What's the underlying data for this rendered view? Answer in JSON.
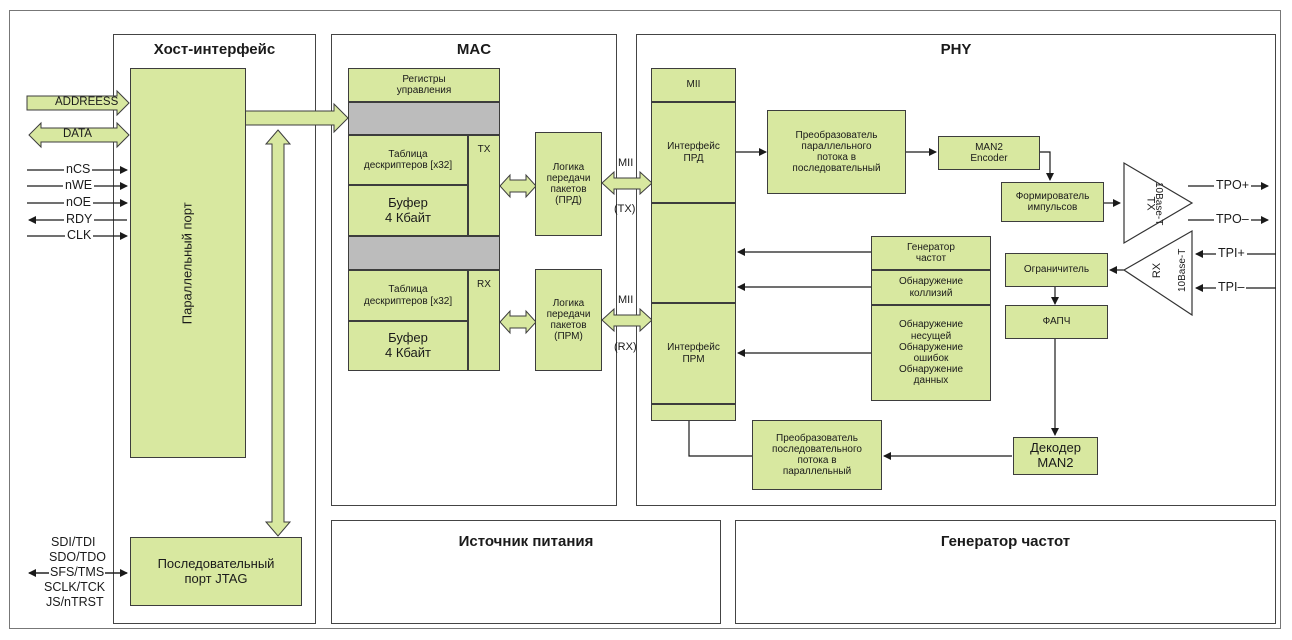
{
  "host": {
    "title": "Хост-интерфейс",
    "parallel_port": "Параллельный порт",
    "jtag_port": "Последовательный\nпорт JTAG",
    "bus_inputs": [
      "ADDREESS",
      "DATA"
    ],
    "control_signals": [
      "nCS",
      "nWE",
      "nOE",
      "RDY",
      "CLK"
    ],
    "jtag_signals": [
      "SDI/TDI",
      "SDO/TDO",
      "SFS/TMS",
      "SCLK/TCK",
      "JS/nTRST"
    ]
  },
  "mac": {
    "title": "MAC",
    "control_registers": "Регистры\nуправления",
    "tx_descriptor_table": "Таблица\nдескриптеров [x32]",
    "tx_buffer": "Буфер\n4 Кбайт",
    "tx_label": "TX",
    "rx_descriptor_table": "Таблица\nдескриптеров [x32]",
    "rx_buffer": "Буфер\n4 Кбайт",
    "rx_label": "RX",
    "tx_logic": "Логика\nпередачи\nпакетов\n(ПРД)",
    "rx_logic": "Логика\nпередачи\nпакетов\n(ПРМ)",
    "mii_tx": "MII",
    "tx_tag": "(TX)",
    "mii_rx": "MII",
    "rx_tag": "(RX)"
  },
  "phy": {
    "title": "PHY",
    "mii": "MII",
    "tx_interface": "Интерфейс\nПРД",
    "rx_interface": "Интерфейс\nПРМ",
    "par_to_ser": "Преобразователь\nпараллельного\nпотока в\nпоследовательный",
    "man2_encoder": "MAN2\nEncoder",
    "pulse_shaper": "Формирователь\nимпульсов",
    "clock_gen": "Генератор\nчастот",
    "collision_detect": "Обнаружение\nколлизий",
    "carrier_detect": "Обнаружение\nнесущей\nОбнаружение\nошибок\nОбнаружение\nданных",
    "limiter": "Ограничитель",
    "pll": "ФАПЧ",
    "man2_decoder": "Декодер\nMAN2",
    "ser_to_par": "Преобразователь\nпоследовательного\nпотока в\nпараллельный",
    "tx_driver": "TX",
    "tx_driver_sub": "10Base-T",
    "rx_driver": "RX",
    "rx_driver_sub": "10Base-T",
    "outputs": [
      "TPO+",
      "TPO–"
    ],
    "inputs": [
      "TPI+",
      "TPI–"
    ]
  },
  "power": {
    "title": "Источник питания"
  },
  "clockgen": {
    "title": "Генератор частот"
  }
}
